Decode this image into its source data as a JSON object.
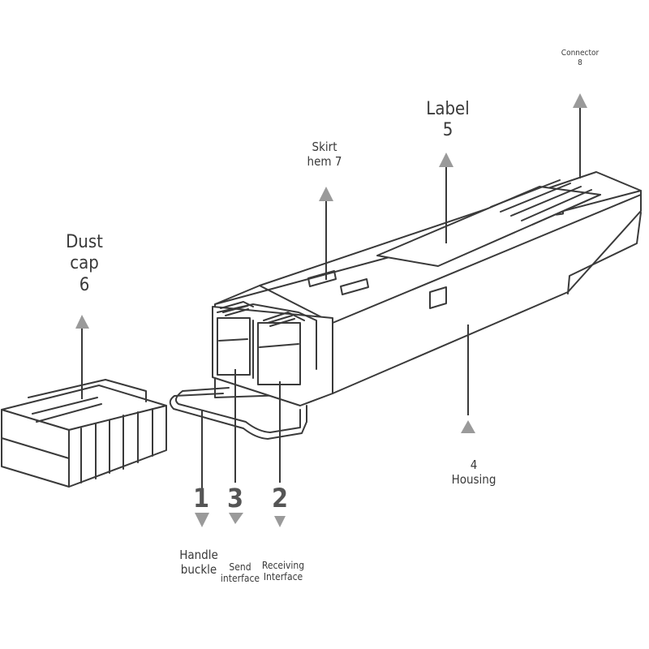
{
  "labels": {
    "dust_cap": "Dust\ncap\n6",
    "skirt_hem": "Skirt\nhem 7",
    "label": "Label\n5",
    "connector": "Connector\n8",
    "housing": "4\nHousing",
    "handle_buckle": "Handle\nbuckle",
    "send_interface": "Send\ninterface",
    "receiving_interface": "Receiving\nInterface"
  },
  "numbers": {
    "handle": "1",
    "send": "3",
    "receive": "2"
  },
  "colors": {
    "line": "#3a3a3a",
    "pointer": "#9a9a9a"
  }
}
